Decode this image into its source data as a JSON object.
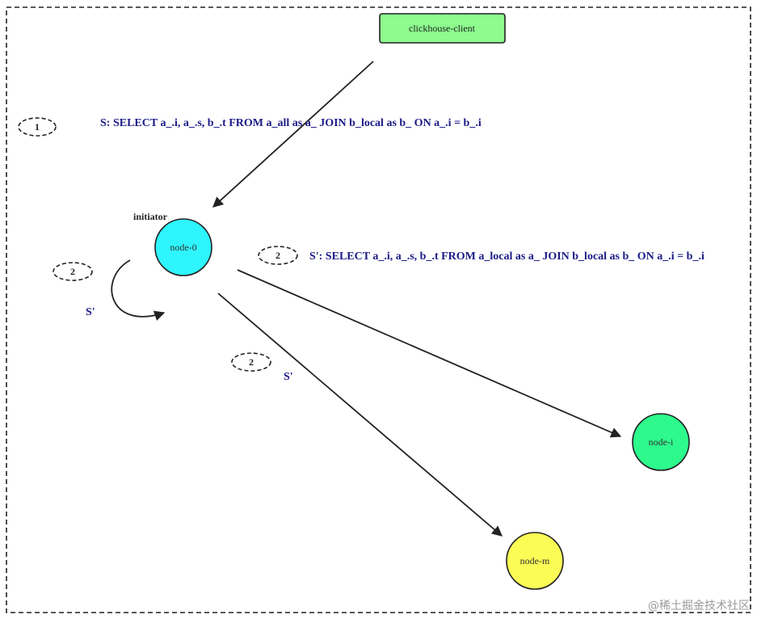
{
  "diagram": {
    "client": {
      "label": "clickhouse-client",
      "fill": "#8dfb8d"
    },
    "initiator": {
      "role_label": "initiator",
      "label": "node-0",
      "fill": "#2ef5fd"
    },
    "node_i": {
      "label": "node-i",
      "fill": "#2ef98d"
    },
    "node_m": {
      "label": "node-m",
      "fill": "#fcfc56"
    },
    "step1": {
      "badge": "1",
      "query": "S: SELECT a_.i, a_.s, b_.t FROM a_all as a_ JOIN b_local as b_ ON a_.i = b_.i"
    },
    "step2": {
      "badge": "2",
      "query": "S': SELECT a_.i, a_.s, b_.t FROM a_local as a_ JOIN b_local as b_ ON a_.i = b_.i"
    },
    "self_loop": {
      "badge": "2",
      "label": "S'"
    },
    "to_node_m": {
      "badge": "2",
      "label": "S'"
    },
    "text_color": "#1b1b87",
    "watermark": "@稀土掘金技术社区"
  }
}
